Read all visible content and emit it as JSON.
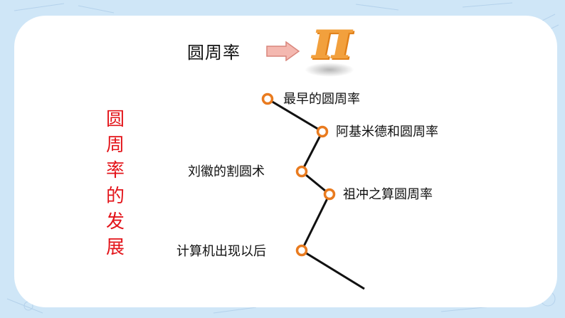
{
  "header": {
    "title": "圆周率",
    "pi_symbol": "π"
  },
  "side_title": {
    "chars": [
      "圆",
      "周",
      "率",
      "的",
      "发",
      "展"
    ]
  },
  "timeline": {
    "nodes": [
      {
        "label": "最早的圆周率"
      },
      {
        "label": "阿基米德和圆周率"
      },
      {
        "label": "刘徽的割圆术"
      },
      {
        "label": "祖冲之算圆周率"
      },
      {
        "label": "计算机出现以后"
      }
    ]
  },
  "colors": {
    "node_ring": "#e97b1f",
    "arrow_fill": "#f4b8b0",
    "arrow_stroke": "#d9867c",
    "side_title": "#e3141a",
    "pi": "#f2a03d"
  }
}
